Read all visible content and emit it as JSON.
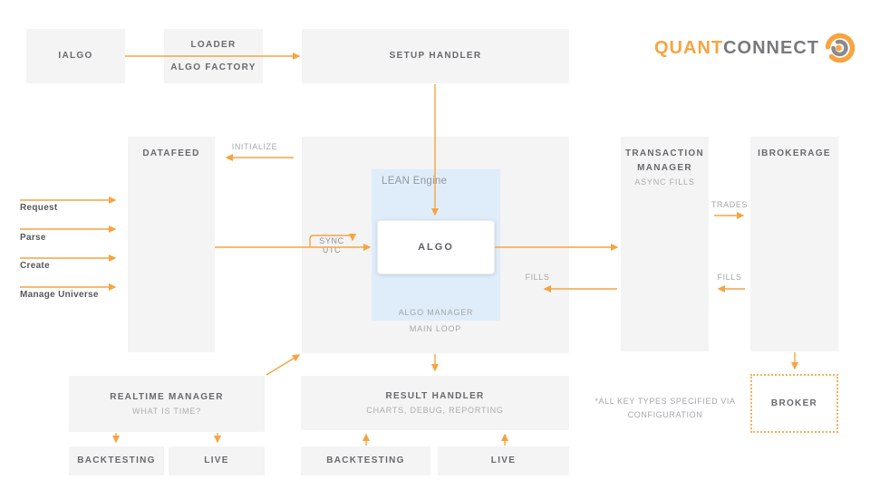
{
  "colors": {
    "accent_orange": "#F7A440",
    "box_gray": "#F4F4F4",
    "lean_blue": "#DFEDFA",
    "title_gray": "#68696D",
    "muted_gray": "#A5A7AA",
    "logo_gray": "#77797C"
  },
  "logo": {
    "quant": "QUANT",
    "connect": "CONNECT"
  },
  "boxes": {
    "ialgo": {
      "label": "IALGO"
    },
    "loader": {
      "line1": "LOADER",
      "line2": "ALGO FACTORY"
    },
    "setup_handler": {
      "label": "SETUP HANDLER"
    },
    "datafeed": {
      "label": "DATAFEED"
    },
    "lean_engine": {
      "label": "LEAN Engine",
      "algo": "ALGO",
      "algo_manager": "ALGO MANAGER",
      "main_loop": "MAIN LOOP"
    },
    "transaction_manager": {
      "title": "TRANSACTION MANAGER",
      "subtitle": "ASYNC FILLS"
    },
    "ibrokerage": {
      "label": "IBROKERAGE"
    },
    "realtime_manager": {
      "title": "REALTIME MANAGER",
      "subtitle": "WHAT IS TIME?"
    },
    "result_handler": {
      "title": "RESULT HANDLER",
      "subtitle": "CHARTS, DEBUG, REPORTING"
    },
    "backtesting_left": {
      "label": "BACKTESTING"
    },
    "live_left": {
      "label": "LIVE"
    },
    "backtesting_center": {
      "label": "BACKTESTING"
    },
    "live_center": {
      "label": "LIVE"
    },
    "broker": {
      "label": "BROKER"
    }
  },
  "labels": {
    "initialize": "INITIALIZE",
    "sync_utc": "SYNC UTC",
    "trades": "TRADES",
    "fills_center": "FILLS",
    "fills_right": "FILLS",
    "request": "Request",
    "parse": "Parse",
    "create": "Create",
    "manage_universe": "Manage Universe",
    "note_line1": "*ALL KEY TYPES SPECIFIED VIA",
    "note_line2": "CONFIGURATION"
  }
}
